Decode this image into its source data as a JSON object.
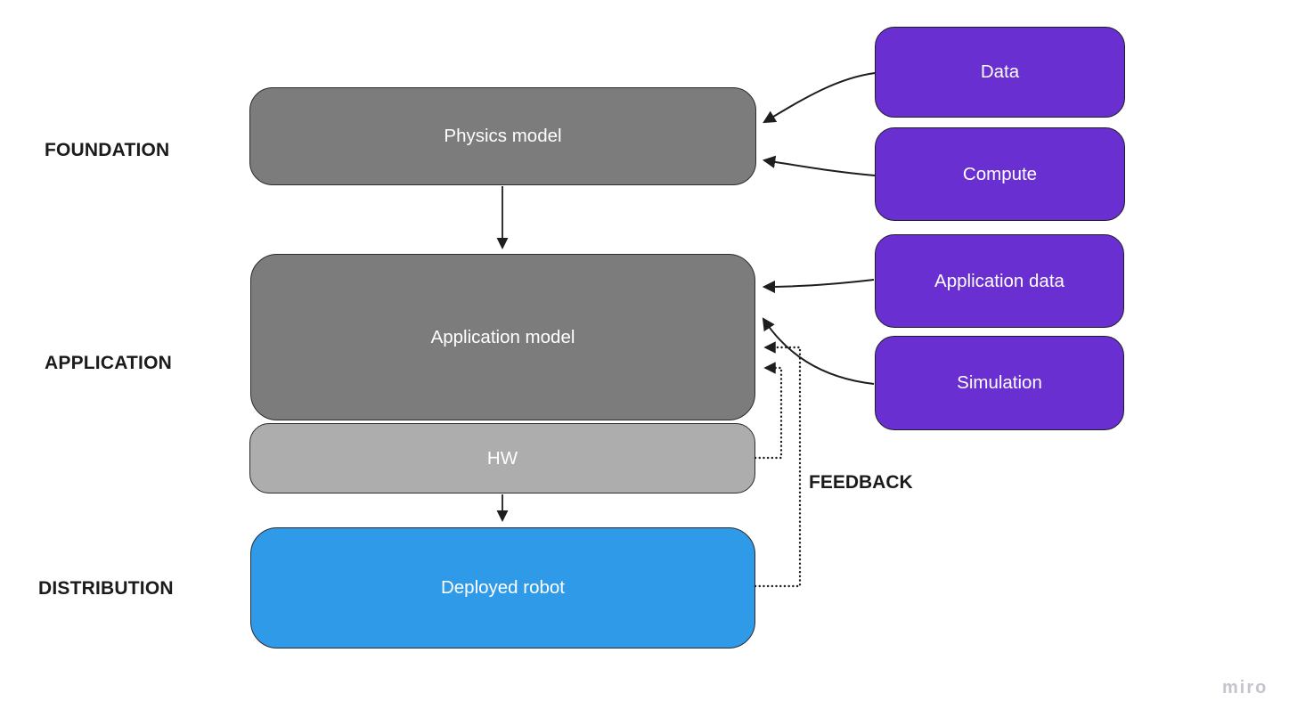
{
  "diagram": {
    "row_labels": [
      {
        "id": "foundation",
        "label": "FOUNDATION"
      },
      {
        "id": "application",
        "label": "APPLICATION"
      },
      {
        "id": "distribution",
        "label": "DISTRIBUTION"
      }
    ],
    "nodes": {
      "physics_model": {
        "label": "Physics model",
        "fill": "#7c7c7c"
      },
      "application_model": {
        "label": "Application model",
        "fill": "#7c7c7c"
      },
      "hw": {
        "label": "HW",
        "fill": "#adadad"
      },
      "deployed_robot": {
        "label": "Deployed robot",
        "fill": "#2f9be8"
      },
      "data": {
        "label": "Data",
        "fill": "#6a2fd1"
      },
      "compute": {
        "label": "Compute",
        "fill": "#6a2fd1"
      },
      "application_data": {
        "label": "Application data",
        "fill": "#6a2fd1"
      },
      "simulation": {
        "label": "Simulation",
        "fill": "#6a2fd1"
      }
    },
    "feedback_label": "FEEDBACK",
    "watermark": "miro",
    "colors": {
      "foundation_gray": "#7c7c7c",
      "hw_gray": "#adadad",
      "robot_blue": "#2f9be8",
      "input_purple": "#6a2fd1",
      "arrow_black": "#1e1e1e",
      "label_black": "#1b1b1b",
      "watermark_gray": "#c4c4ce",
      "background": "#ffffff"
    }
  }
}
